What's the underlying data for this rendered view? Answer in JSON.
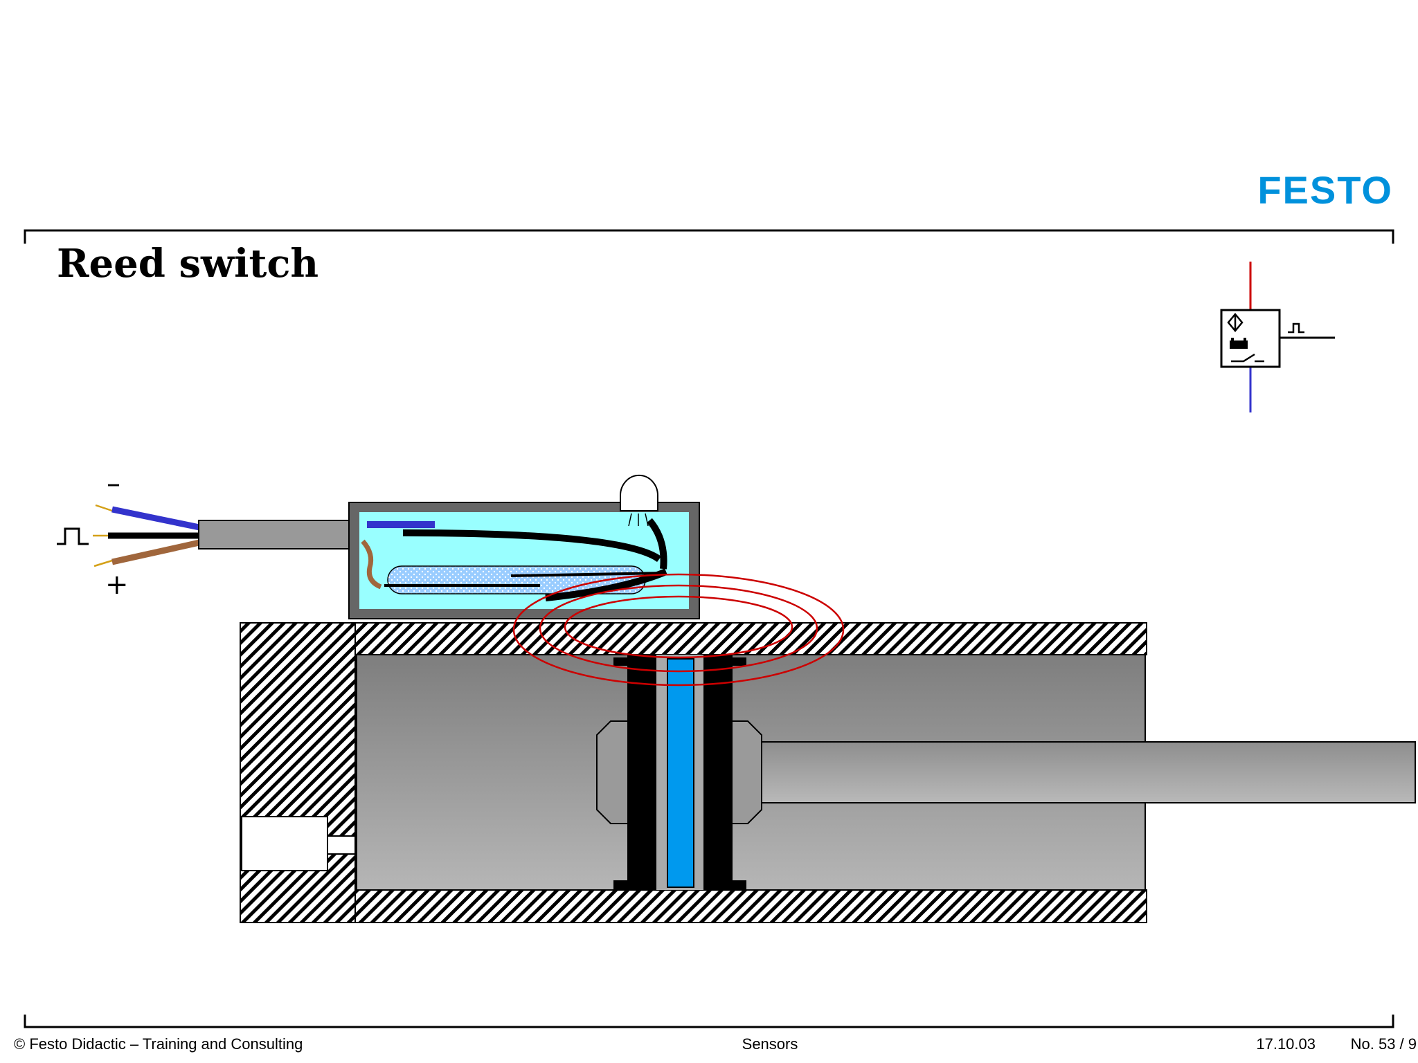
{
  "header": {
    "logo_text": "FESTO",
    "title": "Reed switch"
  },
  "labels": {
    "minus": "–",
    "plus": "+"
  },
  "footer": {
    "copyright": "© Festo Didactic – Training and Consulting",
    "topic": "Sensors",
    "date": "17.10.03",
    "page": "No. 53 / 9"
  },
  "colors": {
    "brand": "#0091dc",
    "housing_fill": "#99ffff",
    "wire_blue": "#3333cc",
    "wire_brown": "#a0663c",
    "field_lines": "#cc0000",
    "piston_magnet": "#0099ee"
  }
}
